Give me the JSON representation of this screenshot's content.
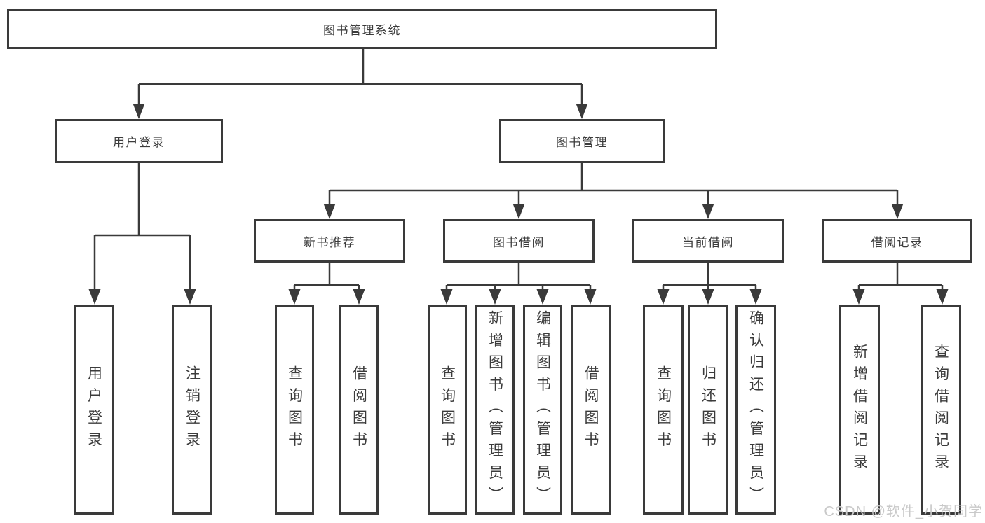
{
  "tree": {
    "root": {
      "label": "图书管理系统",
      "children": [
        {
          "label": "用户登录",
          "children": [
            {
              "label": "用户登录"
            },
            {
              "label": "注销登录"
            }
          ]
        },
        {
          "label": "图书管理",
          "children": [
            {
              "label": "新书推荐",
              "children": [
                {
                  "label": "查询图书"
                },
                {
                  "label": "借阅图书"
                }
              ]
            },
            {
              "label": "图书借阅",
              "children": [
                {
                  "label": "查询图书"
                },
                {
                  "label": "新增图书（管理员）"
                },
                {
                  "label": "编辑图书（管理员）"
                },
                {
                  "label": "借阅图书"
                }
              ]
            },
            {
              "label": "当前借阅",
              "children": [
                {
                  "label": "查询图书"
                },
                {
                  "label": "归还图书"
                },
                {
                  "label": "确认归还（管理员）"
                }
              ]
            },
            {
              "label": "借阅记录",
              "children": [
                {
                  "label": "新增借阅记录"
                },
                {
                  "label": "查询借阅记录"
                }
              ]
            }
          ]
        }
      ]
    }
  },
  "watermark": {
    "text": "CSDN @软件_小贺同学"
  },
  "colors": {
    "line": "#3a3a3a",
    "text": "#3b3b3b",
    "background": "#ffffff",
    "watermark": "#c9c9c9"
  }
}
